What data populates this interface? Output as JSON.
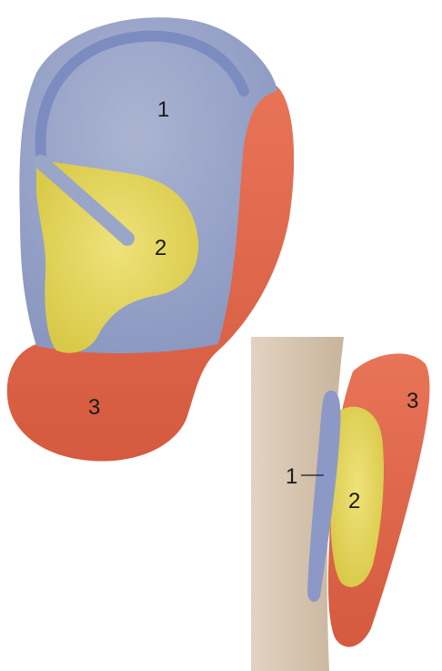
{
  "figure": {
    "front_view": {
      "labels": [
        "1",
        "2",
        "3"
      ]
    },
    "side_view": {
      "labels": [
        "1",
        "2",
        "3"
      ]
    }
  },
  "colors": {
    "region_1": "#9aa6c8",
    "region_1_edge": "#7d8cc0",
    "region_2": "#e6d95a",
    "region_3": "#e0664a",
    "skin": "#d8c7b3"
  }
}
